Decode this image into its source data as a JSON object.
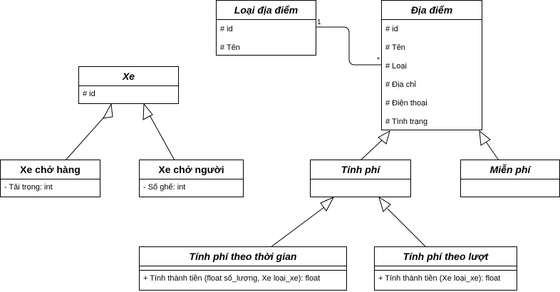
{
  "classes": {
    "loai_dia_diem": {
      "name": "Loại địa điểm",
      "attributes": [
        "# id",
        "# Tên"
      ]
    },
    "dia_diem": {
      "name": "Địa điểm",
      "attributes": [
        "# id",
        "# Tên",
        "# Loại",
        "# Địa chỉ",
        "# Điện thoại",
        "# Tình trạng"
      ]
    },
    "xe": {
      "name": "Xe",
      "attributes": [
        "# id"
      ]
    },
    "xe_cho_hang": {
      "name": "Xe chở hàng",
      "attributes": [
        "- Tải trọng: int"
      ]
    },
    "xe_cho_nguoi": {
      "name": "Xe chở người",
      "attributes": [
        "- Số ghế: int"
      ]
    },
    "tinh_phi": {
      "name": "Tính phí",
      "attributes": []
    },
    "mien_phi": {
      "name": "Miễn phí",
      "attributes": []
    },
    "tinh_phi_theo_thoi_gian": {
      "name": "Tính phí theo thời gian",
      "operations": [
        "+ Tính thành tiền (float số_lượng, Xe loại_xe): float"
      ]
    },
    "tinh_phi_theo_luot": {
      "name": "Tính phí theo lượt",
      "operations": [
        "+ Tính thành tiền (Xe loại_xe): float"
      ]
    }
  },
  "association": {
    "source_multiplicity": "1",
    "target_multiplicity": "*"
  }
}
